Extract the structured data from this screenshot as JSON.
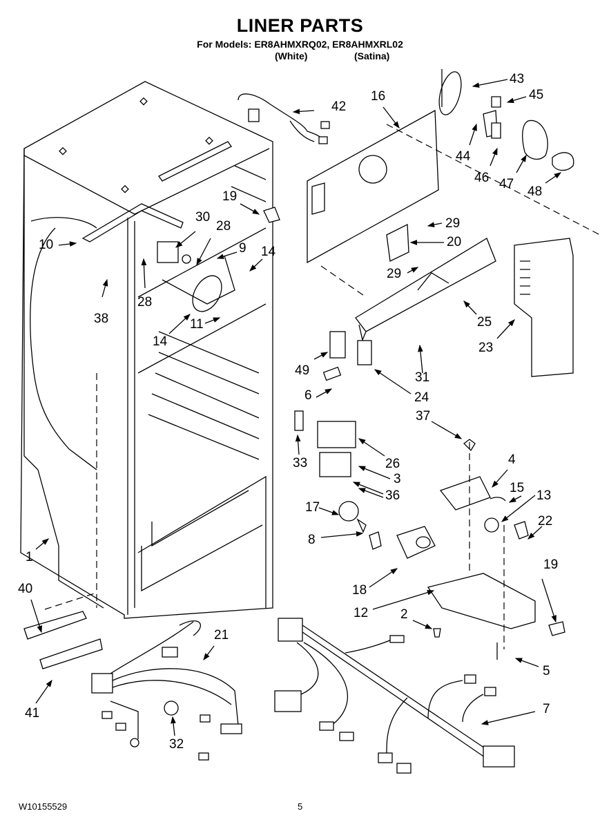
{
  "header": {
    "title": "LINER PARTS",
    "models_line": "For Models: ER8AHMXRQ02, ER8AHMXRL02",
    "variant_1": "(White)",
    "variant_2": "(Satina)"
  },
  "footer": {
    "doc_number": "W10155529",
    "page_number": "5"
  },
  "callouts": [
    {
      "id": "1",
      "text": "1"
    },
    {
      "id": "2",
      "text": "2"
    },
    {
      "id": "3",
      "text": "3"
    },
    {
      "id": "4",
      "text": "4"
    },
    {
      "id": "5",
      "text": "5"
    },
    {
      "id": "6",
      "text": "6"
    },
    {
      "id": "7",
      "text": "7"
    },
    {
      "id": "8",
      "text": "8"
    },
    {
      "id": "9",
      "text": "9"
    },
    {
      "id": "10",
      "text": "10"
    },
    {
      "id": "11",
      "text": "11"
    },
    {
      "id": "12",
      "text": "12"
    },
    {
      "id": "13",
      "text": "13"
    },
    {
      "id": "14a",
      "text": "14"
    },
    {
      "id": "14b",
      "text": "14"
    },
    {
      "id": "15",
      "text": "15"
    },
    {
      "id": "16",
      "text": "16"
    },
    {
      "id": "17",
      "text": "17"
    },
    {
      "id": "18",
      "text": "18"
    },
    {
      "id": "19a",
      "text": "19"
    },
    {
      "id": "19b",
      "text": "19"
    },
    {
      "id": "20",
      "text": "20"
    },
    {
      "id": "21",
      "text": "21"
    },
    {
      "id": "22",
      "text": "22"
    },
    {
      "id": "23",
      "text": "23"
    },
    {
      "id": "24",
      "text": "24"
    },
    {
      "id": "25",
      "text": "25"
    },
    {
      "id": "26",
      "text": "26"
    },
    {
      "id": "28a",
      "text": "28"
    },
    {
      "id": "28b",
      "text": "28"
    },
    {
      "id": "29a",
      "text": "29"
    },
    {
      "id": "29b",
      "text": "29"
    },
    {
      "id": "30",
      "text": "30"
    },
    {
      "id": "31",
      "text": "31"
    },
    {
      "id": "32",
      "text": "32"
    },
    {
      "id": "33",
      "text": "33"
    },
    {
      "id": "36",
      "text": "36"
    },
    {
      "id": "37",
      "text": "37"
    },
    {
      "id": "38",
      "text": "38"
    },
    {
      "id": "40",
      "text": "40"
    },
    {
      "id": "41",
      "text": "41"
    },
    {
      "id": "42",
      "text": "42"
    },
    {
      "id": "43",
      "text": "43"
    },
    {
      "id": "44",
      "text": "44"
    },
    {
      "id": "45",
      "text": "45"
    },
    {
      "id": "46",
      "text": "46"
    },
    {
      "id": "47",
      "text": "47"
    },
    {
      "id": "48",
      "text": "48"
    },
    {
      "id": "49",
      "text": "49"
    }
  ]
}
